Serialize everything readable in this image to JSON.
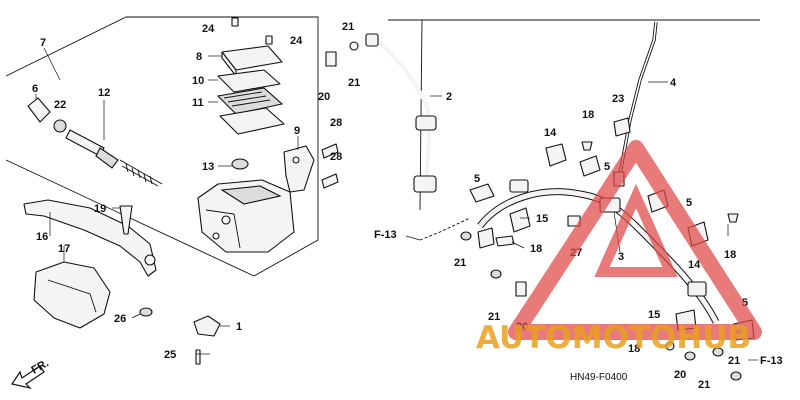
{
  "diagram_code": "HN49-F0400",
  "watermark": {
    "text": "AUTOMOTOHUB",
    "color_primary": "#e8a020",
    "color_secondary": "#d03030",
    "triangle_color": "#e04848",
    "icon": "warning-triangle-icon"
  },
  "direction_arrow": {
    "label": "FR.",
    "icon": "front-arrow-icon"
  },
  "section_refs": [
    "F-13",
    "F-13"
  ],
  "callouts": {
    "c1": "1",
    "c2": "2",
    "c3": "3",
    "c4": "4",
    "c5a": "5",
    "c5b": "5",
    "c5c": "5",
    "c5d": "5",
    "c6": "6",
    "c7": "7",
    "c8": "8",
    "c9": "9",
    "c10": "10",
    "c11": "11",
    "c12": "12",
    "c13": "13",
    "c14a": "14",
    "c14b": "14",
    "c15a": "15",
    "c15b": "15",
    "c16": "16",
    "c17": "17",
    "c18a": "18",
    "c18b": "18",
    "c18c": "18",
    "c18d": "18",
    "c19": "19",
    "c20a": "20",
    "c20b": "20",
    "c20c": "20",
    "c21a": "21",
    "c21b": "21",
    "c21c": "21",
    "c21d": "21",
    "c21e": "21",
    "c21f": "21",
    "c22": "22",
    "c23": "23",
    "c24a": "24",
    "c24b": "24",
    "c25": "25",
    "c26": "26",
    "c27": "27",
    "c28a": "28",
    "c28b": "28"
  }
}
